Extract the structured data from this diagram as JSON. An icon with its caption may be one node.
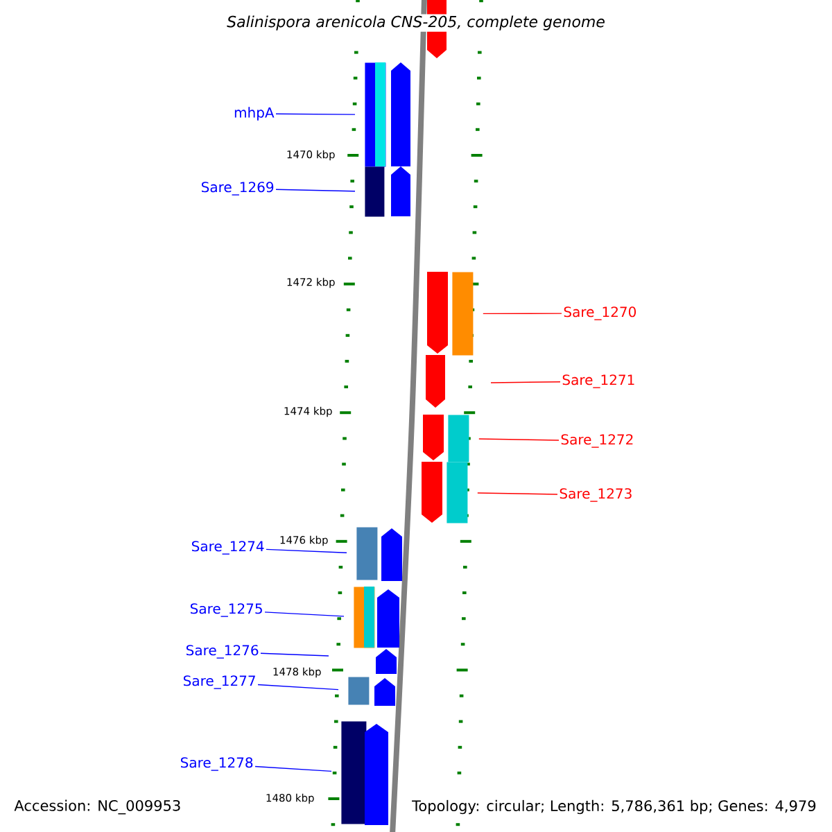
{
  "diagram": {
    "title": "Salinispora arenicola CNS-205, complete genome",
    "nodes": [
      {
        "text": [
          "mhpA"
        ]
      },
      {
        "text": [
          "Sare_1269"
        ]
      },
      {
        "text": [
          "Sare_1270"
        ]
      },
      {
        "text": [
          "Sare_1271"
        ]
      },
      {
        "text": [
          "Sare_1272"
        ]
      },
      {
        "text": [
          "Sare_1273"
        ]
      },
      {
        "text": [
          "Sare_1274"
        ]
      },
      {
        "text": [
          "Sare_1275"
        ]
      },
      {
        "text": [
          "Sare_1276"
        ]
      },
      {
        "text": [
          "Sare_1277"
        ]
      },
      {
        "text": [
          "Sare_1278"
        ]
      },
      {
        "text": [],
        "shape": "bar"
      },
      {
        "text": [],
        "shape": "bar"
      },
      {
        "text": [],
        "shape": "bar"
      },
      {
        "text": [],
        "shape": "bar"
      },
      {
        "text": [],
        "shape": "bar"
      },
      {
        "text": [],
        "shape": "bar"
      },
      {
        "text": [],
        "shape": "bar"
      },
      {
        "text": [],
        "shape": "bar"
      },
      {
        "text": [],
        "shape": "bar"
      },
      {
        "text": [],
        "shape": "pentagon"
      },
      {
        "text": [],
        "shape": "pentagon"
      },
      {
        "text": [],
        "shape": "pentagon"
      },
      {
        "text": [],
        "shape": "pentagon"
      },
      {
        "text": [],
        "shape": "pentagon"
      },
      {
        "text": [],
        "shape": "pentagon"
      },
      {
        "text": [],
        "shape": "pentagon"
      },
      {
        "text": [],
        "shape": "pentagon"
      },
      {
        "text": [],
        "shape": "pentagon"
      },
      {
        "text": [],
        "shape": "pentagon"
      },
      {
        "text": [],
        "shape": "pentagon"
      },
      {
        "text": [],
        "shape": "pentagon"
      }
    ],
    "edges": [
      {
        "from": 0,
        "to": 11,
        "arrow": "none"
      },
      {
        "from": 1,
        "to": 12,
        "arrow": "none"
      },
      {
        "from": 2,
        "to": 13,
        "arrow": "none",
        "color": "#ff0000"
      },
      {
        "from": 3,
        "to": null,
        "arrow": "none",
        "color": "#ff0000"
      },
      {
        "from": 4,
        "to": 14,
        "arrow": "none",
        "color": "#ff0000"
      },
      {
        "from": 5,
        "to": 15,
        "arrow": "none",
        "color": "#ff0000"
      },
      {
        "from": 6,
        "to": 16,
        "arrow": "none"
      },
      {
        "from": 7,
        "to": 17,
        "arrow": "none"
      },
      {
        "from": 8,
        "to": null,
        "arrow": "none"
      },
      {
        "from": 9,
        "to": 18,
        "arrow": "none"
      },
      {
        "from": 10,
        "to": 19,
        "arrow": "none"
      }
    ],
    "labels": [
      "1470 kbp",
      "1472 kbp",
      "1474 kbp",
      "1476 kbp",
      "1478 kbp",
      "1480 kbp",
      "Accession: NC_009953",
      "Topology: circular; Length: 5,786,361 bp; Genes: 4,979"
    ]
  }
}
